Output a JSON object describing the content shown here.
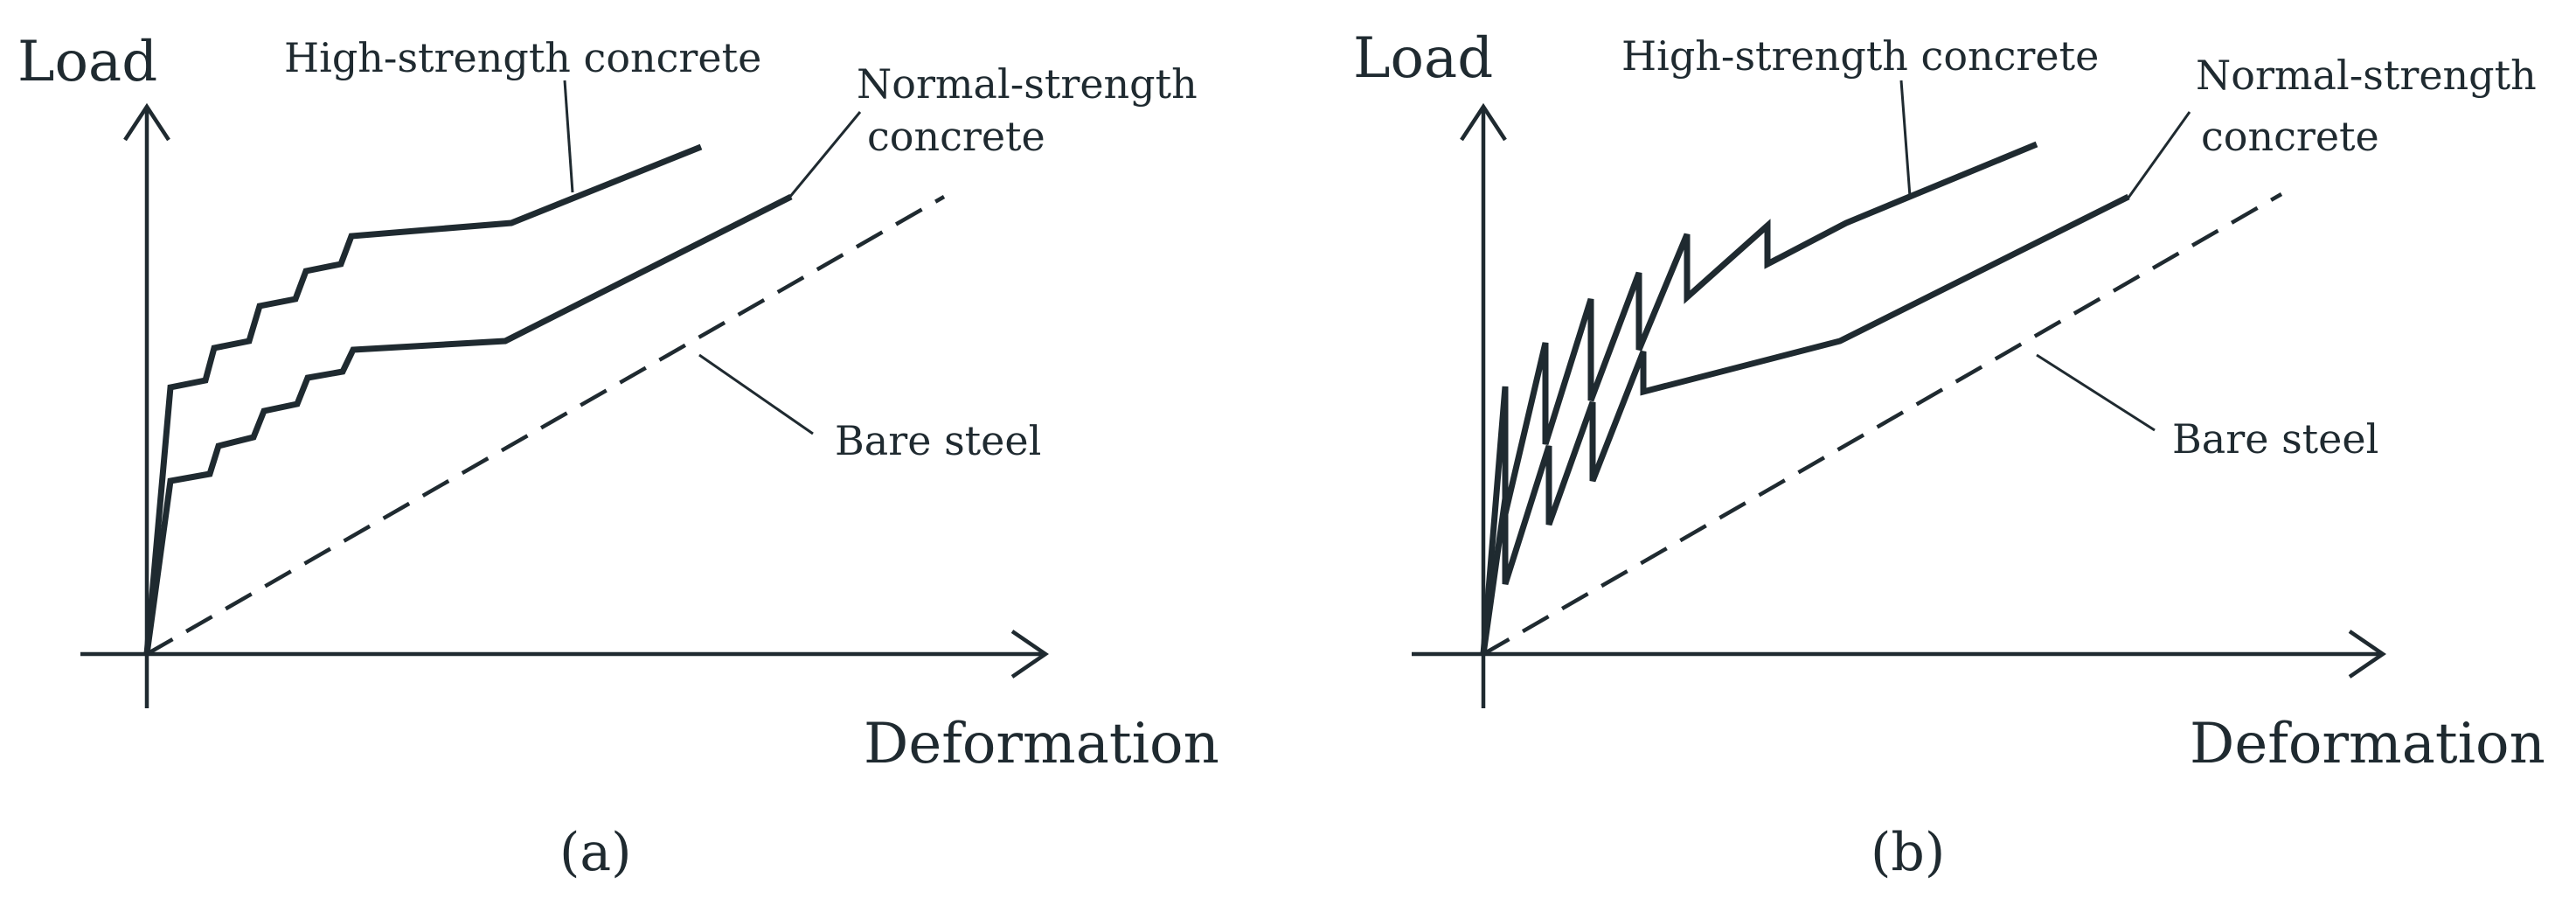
{
  "panels": [
    {
      "id": "a",
      "panel_label": "(a)",
      "y_axis_label": "Load",
      "x_axis_label": "Deformation",
      "curves": {
        "high_strength": {
          "label": "High-strength concrete"
        },
        "normal_strength": {
          "label_line1": "Normal-strength",
          "label_line2": "concrete"
        },
        "bare_steel": {
          "label": "Bare steel"
        }
      }
    },
    {
      "id": "b",
      "panel_label": "(b)",
      "y_axis_label": "Load",
      "x_axis_label": "Deformation",
      "curves": {
        "high_strength": {
          "label": "High-strength concrete"
        },
        "normal_strength": {
          "label_line1": "Normal-strength",
          "label_line2": "concrete"
        },
        "bare_steel": {
          "label": "Bare steel"
        }
      }
    }
  ],
  "colors": {
    "ink": "#1f2a30",
    "background": "#ffffff"
  }
}
